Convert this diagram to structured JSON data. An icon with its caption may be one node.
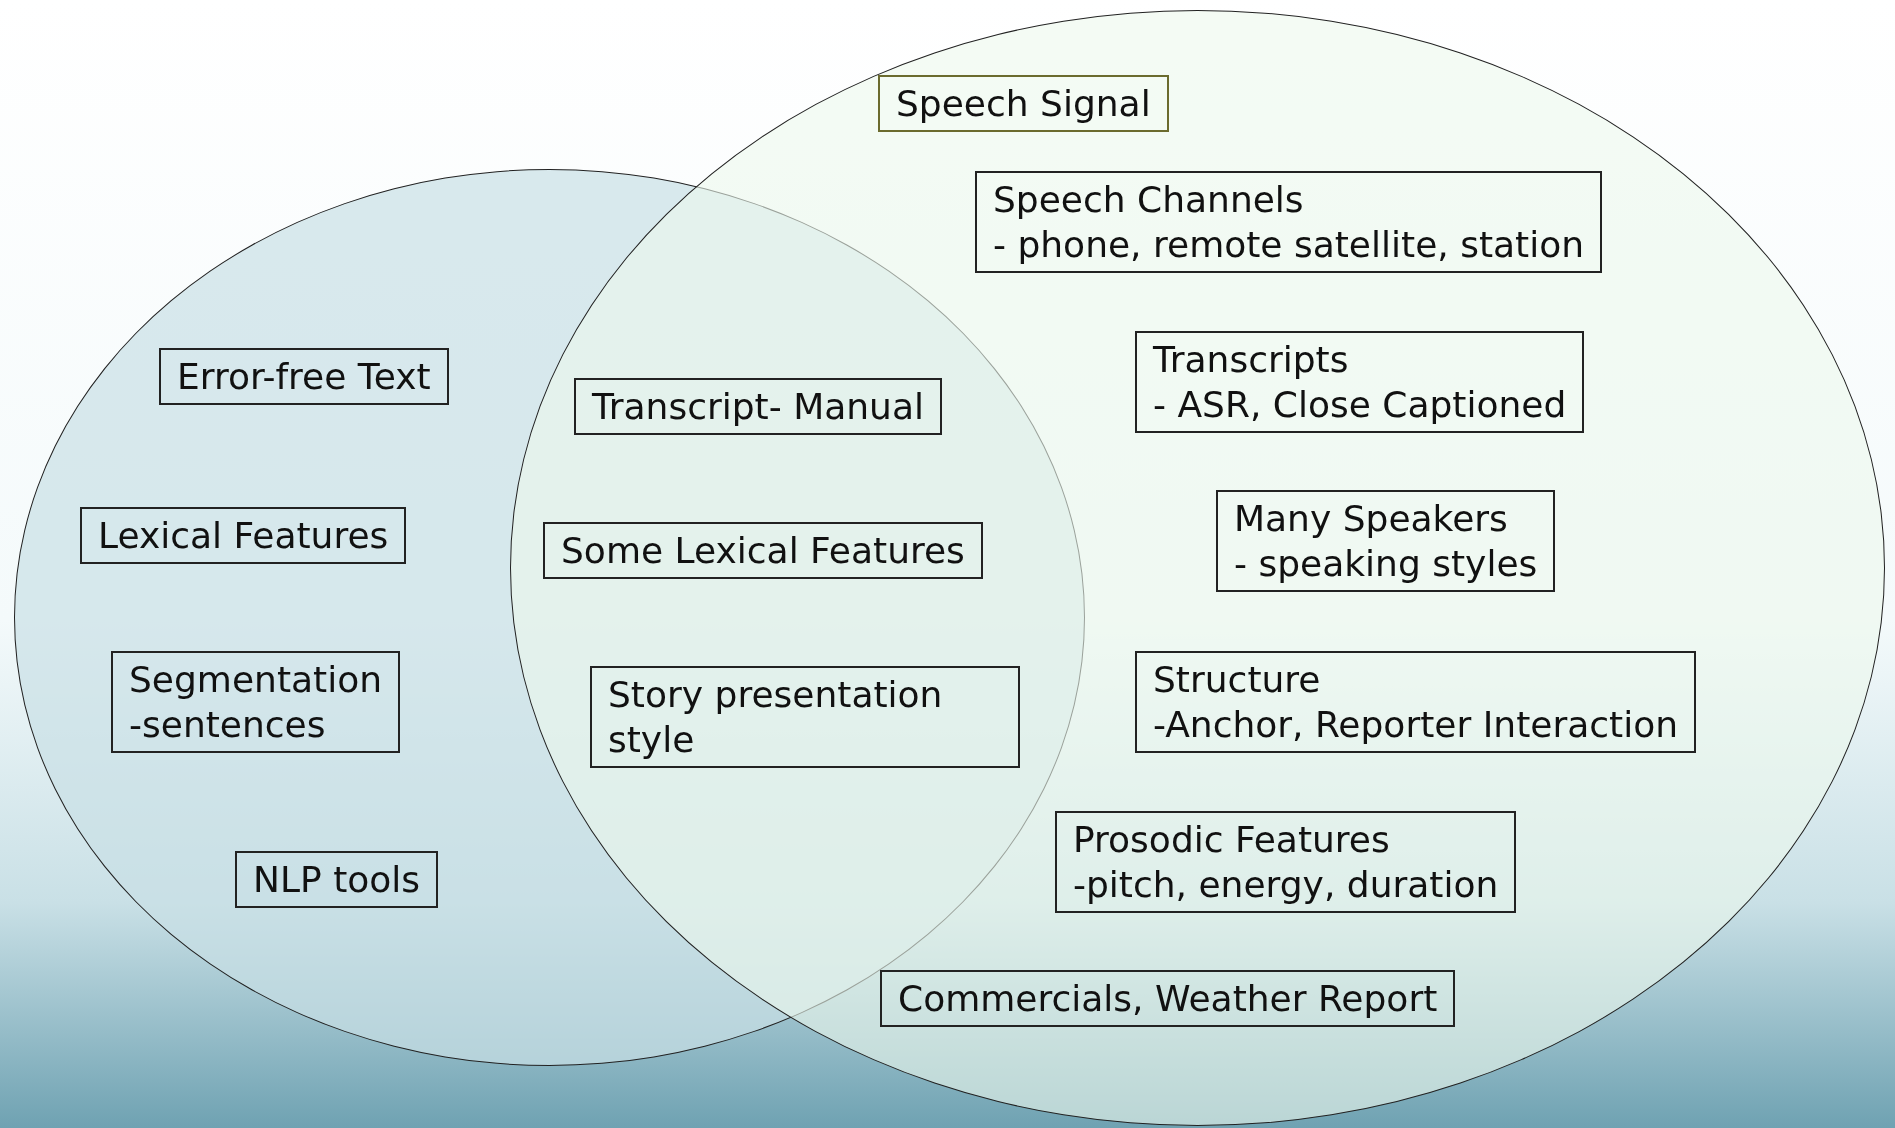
{
  "diagram": {
    "nodes": [
      {
        "text": [],
        "shape": "ellipse"
      },
      {
        "text": [],
        "shape": "ellipse"
      },
      {
        "text": [
          "Speech Signal"
        ],
        "in": 1
      },
      {
        "text": [
          "Speech Channels",
          "- phone, remote satellite, station"
        ],
        "in": 1
      },
      {
        "text": [
          "Transcripts",
          "- ASR, Close Captioned"
        ],
        "in": 1
      },
      {
        "text": [
          "Error-free Text"
        ],
        "in": 0
      },
      {
        "text": [
          "Transcript- Manual"
        ]
      },
      {
        "text": [
          "Many Speakers",
          "- speaking styles"
        ],
        "in": 1
      },
      {
        "text": [
          "Lexical Features"
        ],
        "in": 0
      },
      {
        "text": [
          "Some Lexical Features"
        ]
      },
      {
        "text": [
          "Segmentation",
          "-sentences"
        ],
        "in": 0
      },
      {
        "text": [
          "Structure",
          "-Anchor, Reporter Interaction"
        ],
        "in": 1
      },
      {
        "text": [
          "Story presentation style"
        ]
      },
      {
        "text": [
          "Prosodic Features",
          "-pitch, energy, duration"
        ],
        "in": 1
      },
      {
        "text": [
          "NLP tools"
        ],
        "in": 0
      },
      {
        "text": [
          "Commercials, Weather Report"
        ],
        "in": 1
      }
    ]
  }
}
